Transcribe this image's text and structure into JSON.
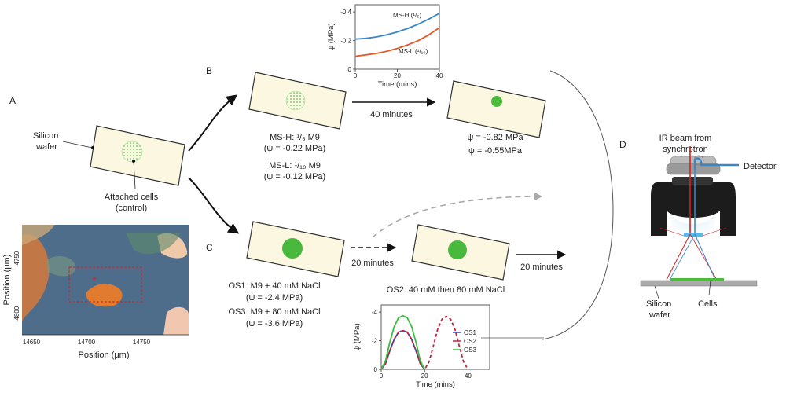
{
  "panels": {
    "a": "A",
    "b": "B",
    "c": "C",
    "d": "D"
  },
  "panel_a": {
    "wafer_label_line1": "Silicon",
    "wafer_label_line2": "wafer",
    "cells_label_line1": "Attached cells",
    "cells_label_line2": "(control)",
    "map_xlabel": "Position (μm)",
    "map_ylabel": "Position (μm)",
    "map_xticks": [
      "14650",
      "14700",
      "14750"
    ],
    "map_yticks": [
      "-4750",
      "-4800"
    ]
  },
  "panel_b": {
    "msh_line1": "MS-H: ¹/₅ M9",
    "msh_line2": "(ψ = -0.22 MPa)",
    "msl_line1": "MS-L: ¹/₁₀ M9",
    "msl_line2": "(ψ = -0.12 MPa)",
    "arrow_label": "40 minutes",
    "result_line1": "ψ = -0.82 MPa",
    "result_line2": "ψ = -0.55MPa"
  },
  "panel_c": {
    "os1_line1": "OS1: M9 + 40 mM NaCl",
    "os1_line2": "(ψ = -2.4 MPa)",
    "os3_line1": "OS3: M9 + 80 mM NaCl",
    "os3_line2": "(ψ = -3.6 MPa)",
    "arrow1_label": "20 minutes",
    "arrow2_label": "20 minutes",
    "os2_label": "OS2: 40 mM then 80 mM NaCl"
  },
  "panel_d": {
    "beam_line1": "IR beam from",
    "beam_line2": "synchrotron",
    "detector": "Detector",
    "wafer_line1": "Silicon",
    "wafer_line2": "wafer",
    "cells": "Cells"
  },
  "colors": {
    "msh": "#3a86c8",
    "msl": "#e05a2a",
    "os1": "#2e4fa0",
    "os2": "#c8203a",
    "os3": "#3dbb3d",
    "cells": "#5cc04a"
  },
  "chart_data": [
    {
      "type": "line",
      "xlabel": "Time (mins)",
      "ylabel": "ψ (MPa)",
      "xlim": [
        0,
        40
      ],
      "ylim": [
        0,
        -0.45
      ],
      "xticks": [
        "0",
        "20",
        "40"
      ],
      "yticks": [
        "0",
        "-0.2",
        "-0.4"
      ],
      "series": [
        {
          "name": "MS-H (¹/₅)",
          "color": "#3a86c8",
          "x": [
            0,
            5,
            10,
            15,
            20,
            25,
            30,
            35,
            40
          ],
          "y": [
            -0.21,
            -0.215,
            -0.225,
            -0.24,
            -0.26,
            -0.285,
            -0.315,
            -0.35,
            -0.39
          ]
        },
        {
          "name": "MS-L (¹/₁₀)",
          "color": "#e05a2a",
          "x": [
            0,
            5,
            10,
            15,
            20,
            25,
            30,
            35,
            40
          ],
          "y": [
            -0.09,
            -0.1,
            -0.11,
            -0.125,
            -0.145,
            -0.17,
            -0.2,
            -0.24,
            -0.29
          ]
        }
      ]
    },
    {
      "type": "line",
      "xlabel": "Time (mins)",
      "ylabel": "ψ (MPa)",
      "xlim": [
        0,
        50
      ],
      "ylim": [
        0,
        -4.5
      ],
      "xticks": [
        "0",
        "20",
        "40"
      ],
      "yticks": [
        "0",
        "-2",
        "-4"
      ],
      "series": [
        {
          "name": "OS1",
          "color": "#2e4fa0",
          "x": [
            0,
            2,
            4,
            6,
            8,
            10,
            12,
            14,
            16,
            18,
            20
          ],
          "y": [
            0,
            -0.4,
            -1.3,
            -2.1,
            -2.6,
            -2.7,
            -2.6,
            -2.1,
            -1.3,
            -0.4,
            0
          ]
        },
        {
          "name": "OS2",
          "color": "#c8203a",
          "dashed": true,
          "x": [
            0,
            2,
            4,
            6,
            8,
            10,
            12,
            14,
            16,
            18,
            20,
            22,
            24,
            26,
            28,
            30,
            32,
            34,
            36,
            38,
            40
          ],
          "y": [
            0,
            -0.4,
            -1.3,
            -2.1,
            -2.6,
            -2.7,
            -2.6,
            -2.1,
            -1.3,
            -0.4,
            0,
            -0.5,
            -1.6,
            -2.8,
            -3.5,
            -3.7,
            -3.5,
            -2.8,
            -1.6,
            -0.5,
            0
          ]
        },
        {
          "name": "OS3",
          "color": "#3dbb3d",
          "x": [
            0,
            2,
            4,
            6,
            8,
            10,
            12,
            14,
            16,
            18,
            20
          ],
          "y": [
            0,
            -0.6,
            -1.9,
            -3.0,
            -3.6,
            -3.75,
            -3.6,
            -3.0,
            -1.9,
            -0.6,
            0
          ]
        }
      ]
    }
  ]
}
